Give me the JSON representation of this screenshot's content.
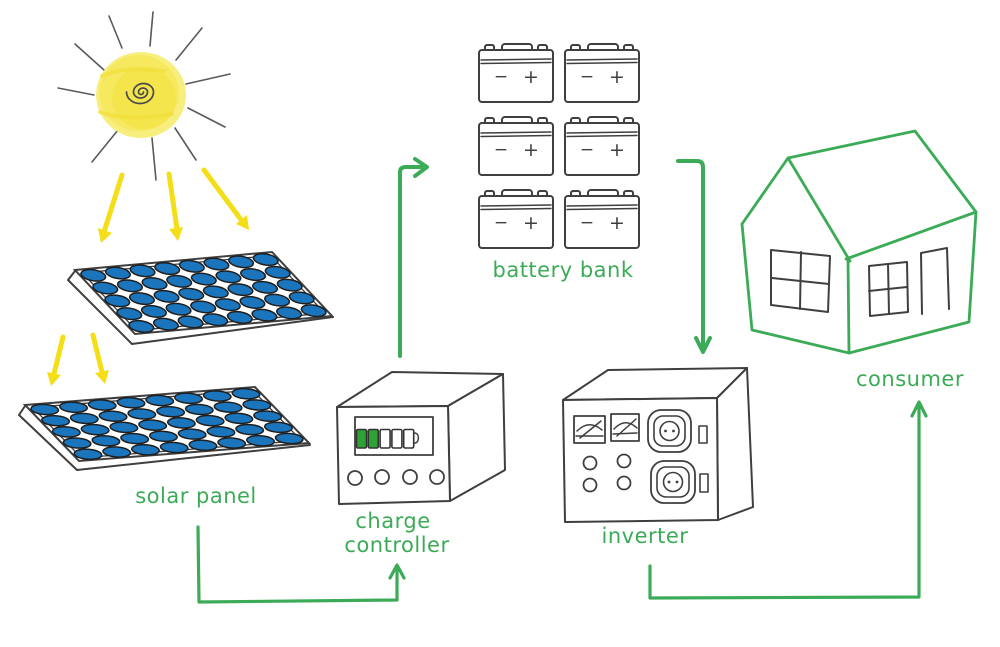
{
  "diagram": {
    "topic": "solar power system flow diagram",
    "labels": {
      "solar_panel": "solar panel",
      "charge_line1": "charge",
      "charge_line2": "controller",
      "battery_bank": "battery bank",
      "inverter": "inverter",
      "consumer": "consumer"
    },
    "battery_terminals": {
      "negative": "−",
      "positive": "+"
    },
    "battery_count": 6,
    "charge_indicator": {
      "segments": 5,
      "filled": 2
    },
    "solar_panels": {
      "count": 2,
      "cell_cols": 8,
      "cell_rows": 5
    },
    "flow": [
      {
        "from": "sun",
        "to": "solar panel",
        "style": "yellow sunlight arrows"
      },
      {
        "from": "solar panel",
        "to": "charge controller",
        "style": "green arrow"
      },
      {
        "from": "charge controller",
        "to": "battery bank",
        "style": "green arrow"
      },
      {
        "from": "battery bank",
        "to": "inverter",
        "style": "green arrow"
      },
      {
        "from": "inverter",
        "to": "consumer",
        "style": "green arrow"
      }
    ],
    "colors": {
      "green": "#3cab57",
      "yellow_arrow": "#f4de18",
      "sun_fill": "#f6e960",
      "cell_blue": "#1b75bc",
      "ink": "#3f3f3f",
      "indicator_green": "#2fa237"
    }
  }
}
